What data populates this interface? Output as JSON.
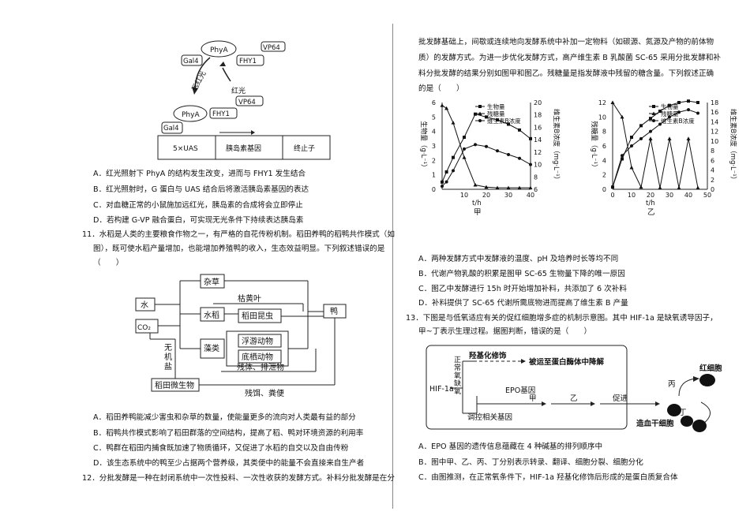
{
  "left": {
    "q10_figure": {
      "gal4": "Gal4",
      "phya": "PhyA",
      "fhy1": "FHY1",
      "vp64": "VP64",
      "far_red": "远红光",
      "red": "红光",
      "uas": "5×UAS",
      "gene": "胰岛素基因",
      "terminator": "终止子"
    },
    "q10_options": [
      "A．红光照射下 PhyA 的结构发生改变，进而与 FHY1 发生结合",
      "B．红光照射时，G 蛋白与 UAS 结合后将激活胰岛素基因的表达",
      "C．对血糖正常的小鼠施加远红光，胰岛素的合成将会立即停止",
      "D．若构建 G-VP 融合蛋白，可实现无光条件下持续表达胰岛素"
    ],
    "q11_stem_1": "11．水稻是人类的主要粮食作物之一，有严格的自花传粉机制。稻田养鸭的稻鸭共作模式（如",
    "q11_stem_2": "图），既可使水稻产量增加，也能增加养殖鸭的收入，生态效益明显。下列叙述错误的是",
    "q11_stem_3": "（　　）",
    "q11_figure": {
      "water": "水",
      "co2": "CO₂",
      "weeds": "杂草",
      "rice": "水稻",
      "insects": "稻田昆虫",
      "dry_leaves": "枯黄叶",
      "algae": "藻类",
      "plankton": "浮游动物",
      "benthos": "底栖动物",
      "duck": "鸭",
      "inorganic_salts": "无机盐",
      "microbes": "稻田微生物",
      "residue": "残体、排泄物",
      "feed": "残饵、粪便"
    },
    "q11_options": [
      "A．稻田养鸭能减少害虫和杂草的数量，使能量更多的流向对人类最有益的部分",
      "B．稻鸭共作模式影响了稻田群落的空间结构，提高了稻、鸭对环境资源的利用率",
      "C．鸭群在稻田内捕食既加速了物质循环，又促进了水稻的自交以及自由传粉",
      "D．该生态系统中的鸭至少占据两个营养级，其类便中的能量不会直接来自生产者"
    ],
    "q12_stem_1": "12．分批发酵是一种在封闭系统中一次性投料、一次性收获的发酵方式。补料分批发酵是在分"
  },
  "right": {
    "q12_stem_2": "批发酵基础上，间歇或连续地向发酵系统中补加一定物料（如碳源、氮源及产物的前体物",
    "q12_stem_3": "质）的发酵方式。为进一步优化发酵方式，高产维生素 B 乳酸菌 SC-65 采用分批发酵和补",
    "q12_stem_4": "料分批发酵的结果分别如图甲和图乙。残糖量是指发酵液中残留的糖含量。下列叙述正确",
    "q12_stem_5": "的是（　　）",
    "chart_labels": {
      "legend_biomass": "生物量",
      "legend_sugar": "残糖量",
      "legend_vitb": "维生素B浓度",
      "y_biomass": "生物量（g·L⁻¹）",
      "y_sugar": "残糖量（g·L⁻¹）",
      "y_vitb": "维生素B浓度（mg·L⁻¹）",
      "x_label": "t/h",
      "name_jia": "甲",
      "name_yi": "乙"
    },
    "q12_options": [
      "A．两种发酵方式中发酵液的温度、pH 及培养时长等均不同",
      "B．代谢产物乳酸的积累是图甲 SC-65 生物量下降的唯一原因",
      "C．图乙中发酵进行 15h 时开始增加补料，共添加了 6 次补料",
      "D．补料提供了 SC-65 代谢所需底物进而提高了维生素 B 产量"
    ],
    "q13_stem_1": "13．下图是与低氧适应有关的促红细胞增多症的机制示意图。其中 HIF-1a 是缺氧诱导因子，",
    "q13_stem_2": "甲~丁表示生理过程。据图判断，错误的是（　　）",
    "q13_figure": {
      "hydroxylation": "羟基化修饰",
      "degrade": "被运至蛋白酶体中降解",
      "hif": "HIF-1a",
      "normoxia": "正常氧",
      "hypoxia": "缺氧",
      "epo": "EPO基因",
      "regulate": "调控相关基因",
      "jia": "甲",
      "yi": "乙",
      "promote": "促进",
      "bing": "丙",
      "ding": "丁",
      "rbc": "红细胞",
      "stem": "造血干细胞"
    },
    "q13_options": [
      "A．EPO 基因的遗传信息蕴藏在 4 种碱基的排列顺序中",
      "B．图中甲、乙、丙、丁分别表示转录、翻译、细胞分裂、细胞分化",
      "C．由图推测，在正常氧条件下，HIF-1a 羟基化修饰后形成的是蛋白质复合体"
    ]
  },
  "chart_data": [
    {
      "type": "line",
      "x": [
        0,
        2,
        5,
        10,
        15,
        20,
        25,
        30,
        35,
        40
      ],
      "series": [
        {
          "name": "生物量",
          "values": [
            0.5,
            1.2,
            2.2,
            3.6,
            5.2,
            5.0,
            4.8,
            4.5,
            4.1,
            3.5
          ]
        },
        {
          "name": "残糖量",
          "values": [
            5.8,
            5.6,
            4.6,
            2.2,
            0.3,
            0.15,
            0.1,
            0.1,
            0.1,
            0.1
          ]
        },
        {
          "name": "维生素B浓度",
          "values": [
            6.5,
            7.2,
            9.0,
            12.5,
            13.2,
            12.9,
            12.2,
            11.6,
            11.0,
            10.0
          ]
        }
      ],
      "xlabel": "t/h",
      "xlim": [
        0,
        40
      ],
      "ylim_left": [
        0,
        6
      ],
      "ylim_right": [
        6,
        20
      ]
    },
    {
      "type": "line",
      "x": [
        0,
        5,
        10,
        15,
        20,
        25,
        30,
        35,
        40,
        45
      ],
      "series": [
        {
          "name": "生物量",
          "values": [
            0.3,
            4.2,
            7.2,
            8.8,
            9.8,
            10.8,
            11.6,
            12.0,
            12.2,
            12.0
          ]
        },
        {
          "name": "残糖量",
          "values": [
            12.0,
            10.0,
            3.0,
            0.3,
            7.0,
            0.2,
            7.0,
            0.2,
            7.0,
            0.2
          ]
        },
        {
          "name": "维生素B浓度",
          "values": [
            0.5,
            7.0,
            9.0,
            10.5,
            12.0,
            13.5,
            15.0,
            16.0,
            16.5,
            15.8
          ]
        }
      ],
      "xlabel": "t/h",
      "xlim": [
        0,
        50
      ],
      "ylim_left": [
        0,
        12
      ],
      "ylim_right": [
        0,
        18
      ]
    }
  ]
}
